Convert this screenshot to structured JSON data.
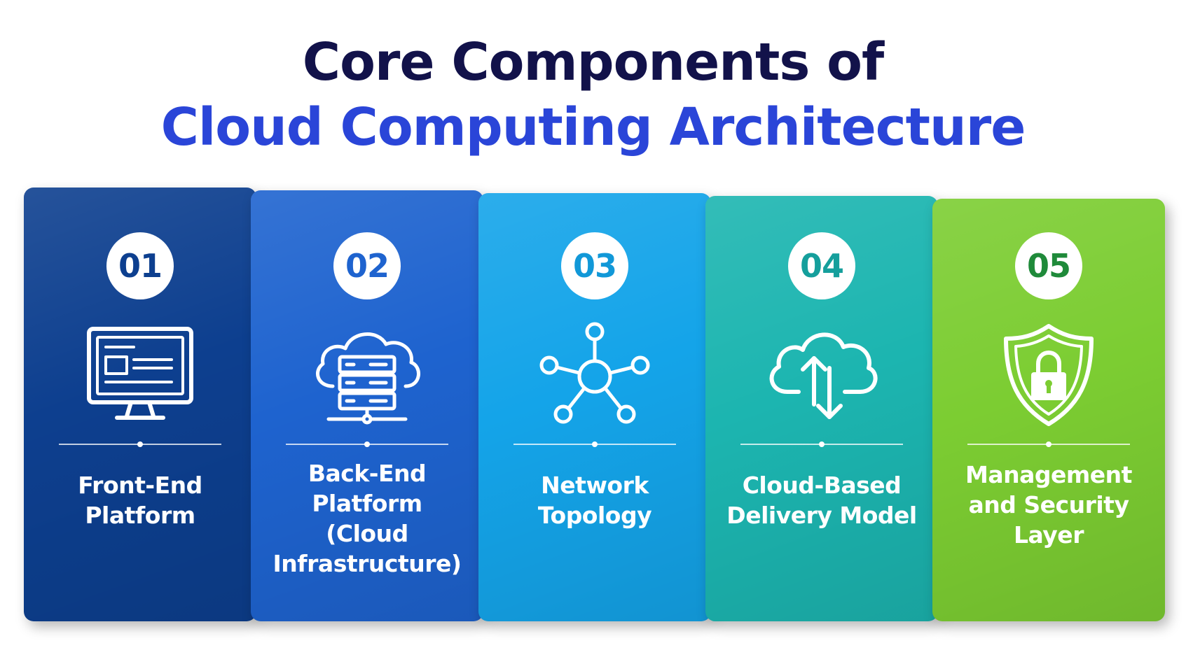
{
  "title": {
    "line1": "Core Components of",
    "line2": "Cloud Computing Architecture"
  },
  "colors": {
    "title_dark": "#12124a",
    "title_blue": "#2a45d8"
  },
  "cards": [
    {
      "number": "01",
      "icon": "monitor-icon",
      "label_lines": [
        "Front-End",
        "Platform"
      ],
      "color": "#0d3f8f",
      "number_color": "#0d3f8f"
    },
    {
      "number": "02",
      "icon": "cloud-server-icon",
      "label_lines": [
        "Back-End",
        "Platform",
        "(Cloud",
        "Infrastructure)"
      ],
      "color": "#1e63cf",
      "number_color": "#1e63cf"
    },
    {
      "number": "03",
      "icon": "network-hub-icon",
      "label_lines": [
        "Network",
        "Topology"
      ],
      "color": "#14a4e9",
      "number_color": "#1198d8"
    },
    {
      "number": "04",
      "icon": "cloud-transfer-icon",
      "label_lines": [
        "Cloud-Based",
        "Delivery Model"
      ],
      "color": "#1cb5b0",
      "number_color": "#159f9c"
    },
    {
      "number": "05",
      "icon": "shield-lock-icon",
      "label_lines": [
        "Management",
        "and Security",
        "Layer"
      ],
      "color": "#7ccd32",
      "number_color": "#1f8a3a"
    }
  ]
}
